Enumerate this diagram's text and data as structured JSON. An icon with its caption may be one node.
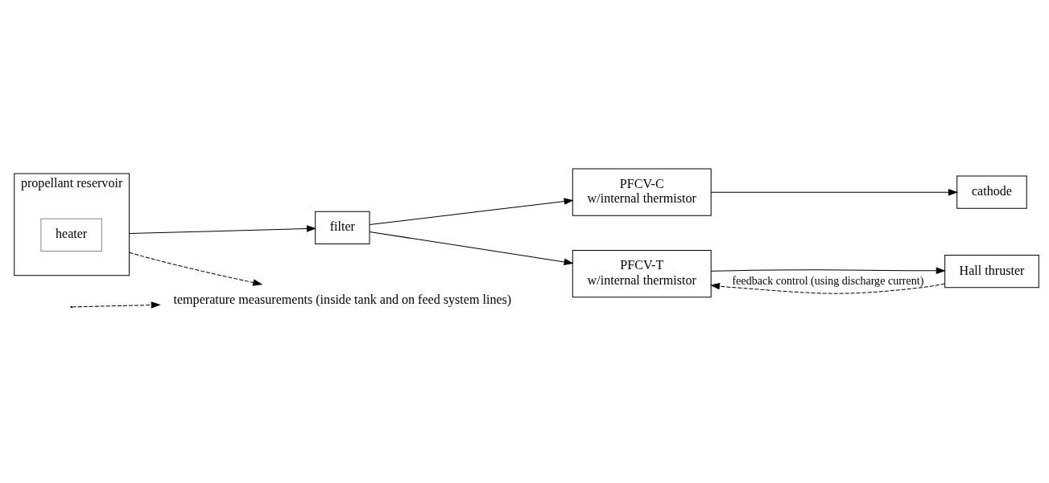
{
  "diagram": {
    "nodes": [
      {
        "text": [
          "propellant reservoir"
        ]
      },
      {
        "text": [
          "heater"
        ],
        "in": 0
      },
      {
        "text": [
          "filter"
        ]
      },
      {
        "text": [
          "PFCV-C",
          "w/internal thermistor"
        ]
      },
      {
        "text": [
          "PFCV-T",
          "w/internal thermistor"
        ]
      },
      {
        "text": [
          "cathode"
        ]
      },
      {
        "text": [
          "Hall thruster"
        ]
      },
      {
        "text": [
          "temperature measurements (inside tank and on feed system lines)"
        ]
      }
    ],
    "edges": [
      {
        "from": 0,
        "to": 2,
        "arrow": "to"
      },
      {
        "from": 2,
        "to": 3,
        "arrow": "to"
      },
      {
        "from": 2,
        "to": 4,
        "arrow": "to"
      },
      {
        "from": 3,
        "to": 5,
        "arrow": "to"
      },
      {
        "from": 4,
        "to": 6,
        "arrow": "to"
      },
      {
        "from": 6,
        "to": 4,
        "arrow": "to",
        "style": "dashed",
        "label": "feedback control (using discharge current)"
      },
      {
        "from": 0,
        "to": 7,
        "arrow": "to",
        "style": "dashed"
      },
      {
        "from": null,
        "to": 7,
        "arrow": "to",
        "style": "dashed"
      }
    ]
  }
}
